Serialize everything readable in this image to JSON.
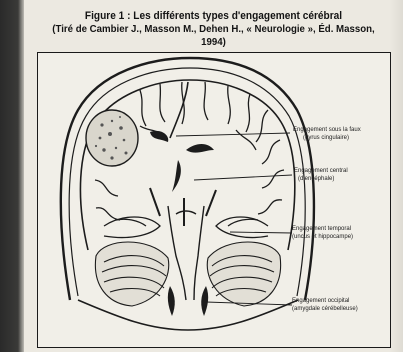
{
  "figure": {
    "title_line1": "Figure 1 : Les différents types d'engagement cérébral",
    "title_line2": "(Tiré de Cambier J., Masson M., Dehen H., « Neurologie », Éd. Masson, 1994)"
  },
  "labels": [
    {
      "id": "faux",
      "line1": "Engagement sous la faux",
      "line2": "(gyrus cingulaire)"
    },
    {
      "id": "central",
      "line1": "Engagement central",
      "line2": "(diencéphale)"
    },
    {
      "id": "temporal",
      "line1": "Engagement temporal",
      "line2": "(uncus et hippocampe)"
    },
    {
      "id": "occipital",
      "line1": "Engagement occipital",
      "line2": "(amygdale cérébelleuse)"
    }
  ]
}
